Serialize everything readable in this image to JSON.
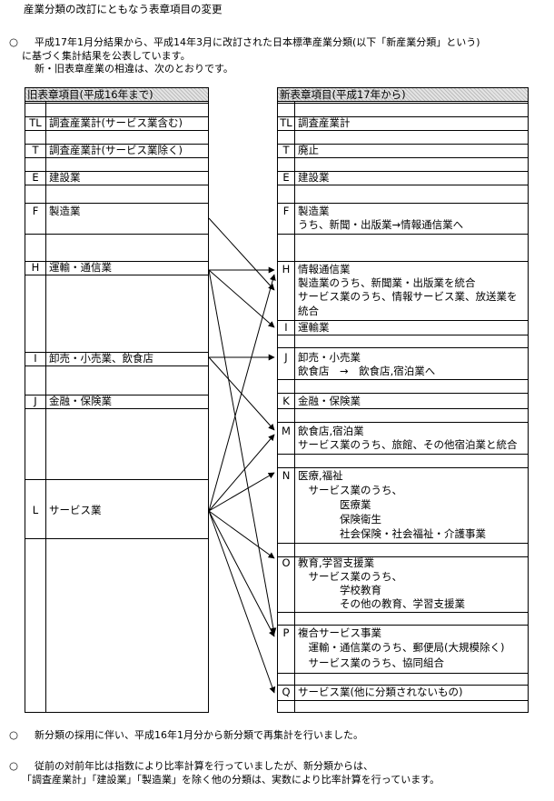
{
  "title": "産業分類の改訂にともなう表章項目の変更",
  "intro": {
    "bullet": "○",
    "line1": "平成17年1月分結果から、平成14年3月に改訂された日本標準産業分類(以下「新産業分類」という)",
    "line2": "に基づく集計結果を公表しています。",
    "line3": "新・旧表章産業の相違は、次のとおりです。"
  },
  "old_table": {
    "header": "旧表章項目(平成16年まで)",
    "rows": [
      {
        "code": "TL",
        "name": "調査産業計(サービス業含む)"
      },
      {
        "code": "T",
        "name": "調査産業計(サービス業除く)"
      },
      {
        "code": "E",
        "name": "建設業"
      },
      {
        "code": "F",
        "name": "製造業"
      },
      {
        "code": "H",
        "name": "運輸・通信業"
      },
      {
        "code": "I",
        "name": "卸売・小売業、飲食店"
      },
      {
        "code": "J",
        "name": "金融・保険業"
      },
      {
        "code": "L",
        "name": "サービス業"
      }
    ]
  },
  "new_table": {
    "header": "新表章項目(平成17年から)",
    "rows": [
      {
        "code": "TL",
        "lines": [
          "調査産業計"
        ]
      },
      {
        "code": "T",
        "lines": [
          "廃止"
        ]
      },
      {
        "code": "E",
        "lines": [
          "建設業"
        ]
      },
      {
        "code": "F",
        "lines": [
          "製造業",
          "うち、新聞・出版業→情報通信業へ"
        ]
      },
      {
        "code": "H",
        "lines": [
          "情報通信業",
          "製造業のうち、新聞業・出版業を統合",
          "サービス業のうち、情報サービス業、放送業を",
          "統合"
        ]
      },
      {
        "code": "I",
        "lines": [
          "運輸業"
        ]
      },
      {
        "code": "J",
        "lines": [
          "卸売・小売業",
          "飲食店　→　飲食店,宿泊業へ"
        ]
      },
      {
        "code": "K",
        "lines": [
          "金融・保険業"
        ]
      },
      {
        "code": "M",
        "lines": [
          "飲食店,宿泊業",
          "サービス業のうち、旅館、その他宿泊業と統合"
        ]
      },
      {
        "code": "N",
        "lines": [
          "医療,福祉",
          "　サービス業のうち、",
          "　　　　医療業",
          "　　　　保険衛生",
          "　　　　社会保険・社会福祉・介護事業"
        ]
      },
      {
        "code": "O",
        "lines": [
          "教育,学習支援業",
          "　サービス業のうち、",
          "　　　　学校教育",
          "　　　　その他の教育、学習支援業"
        ]
      },
      {
        "code": "P",
        "lines": [
          "複合サービス事業",
          "　運輸・通信業のうち、郵便局(大規模除く)",
          "　サービス業のうち、協同組合"
        ]
      },
      {
        "code": "Q",
        "lines": [
          "サービス業(他に分類されないもの)"
        ]
      }
    ]
  },
  "notes": [
    {
      "bullet": "○",
      "lines": [
        "新分類の採用に伴い、平成16年1月分から新分類で再集計を行いました。"
      ]
    },
    {
      "bullet": "○",
      "lines": [
        "従前の対前年比は指数により比率計算を行っていましたが、新分類からは、",
        "「調査産業計」「建設業」「製造業」を除く他の分類は、実数により比率計算を行っています。"
      ]
    }
  ]
}
